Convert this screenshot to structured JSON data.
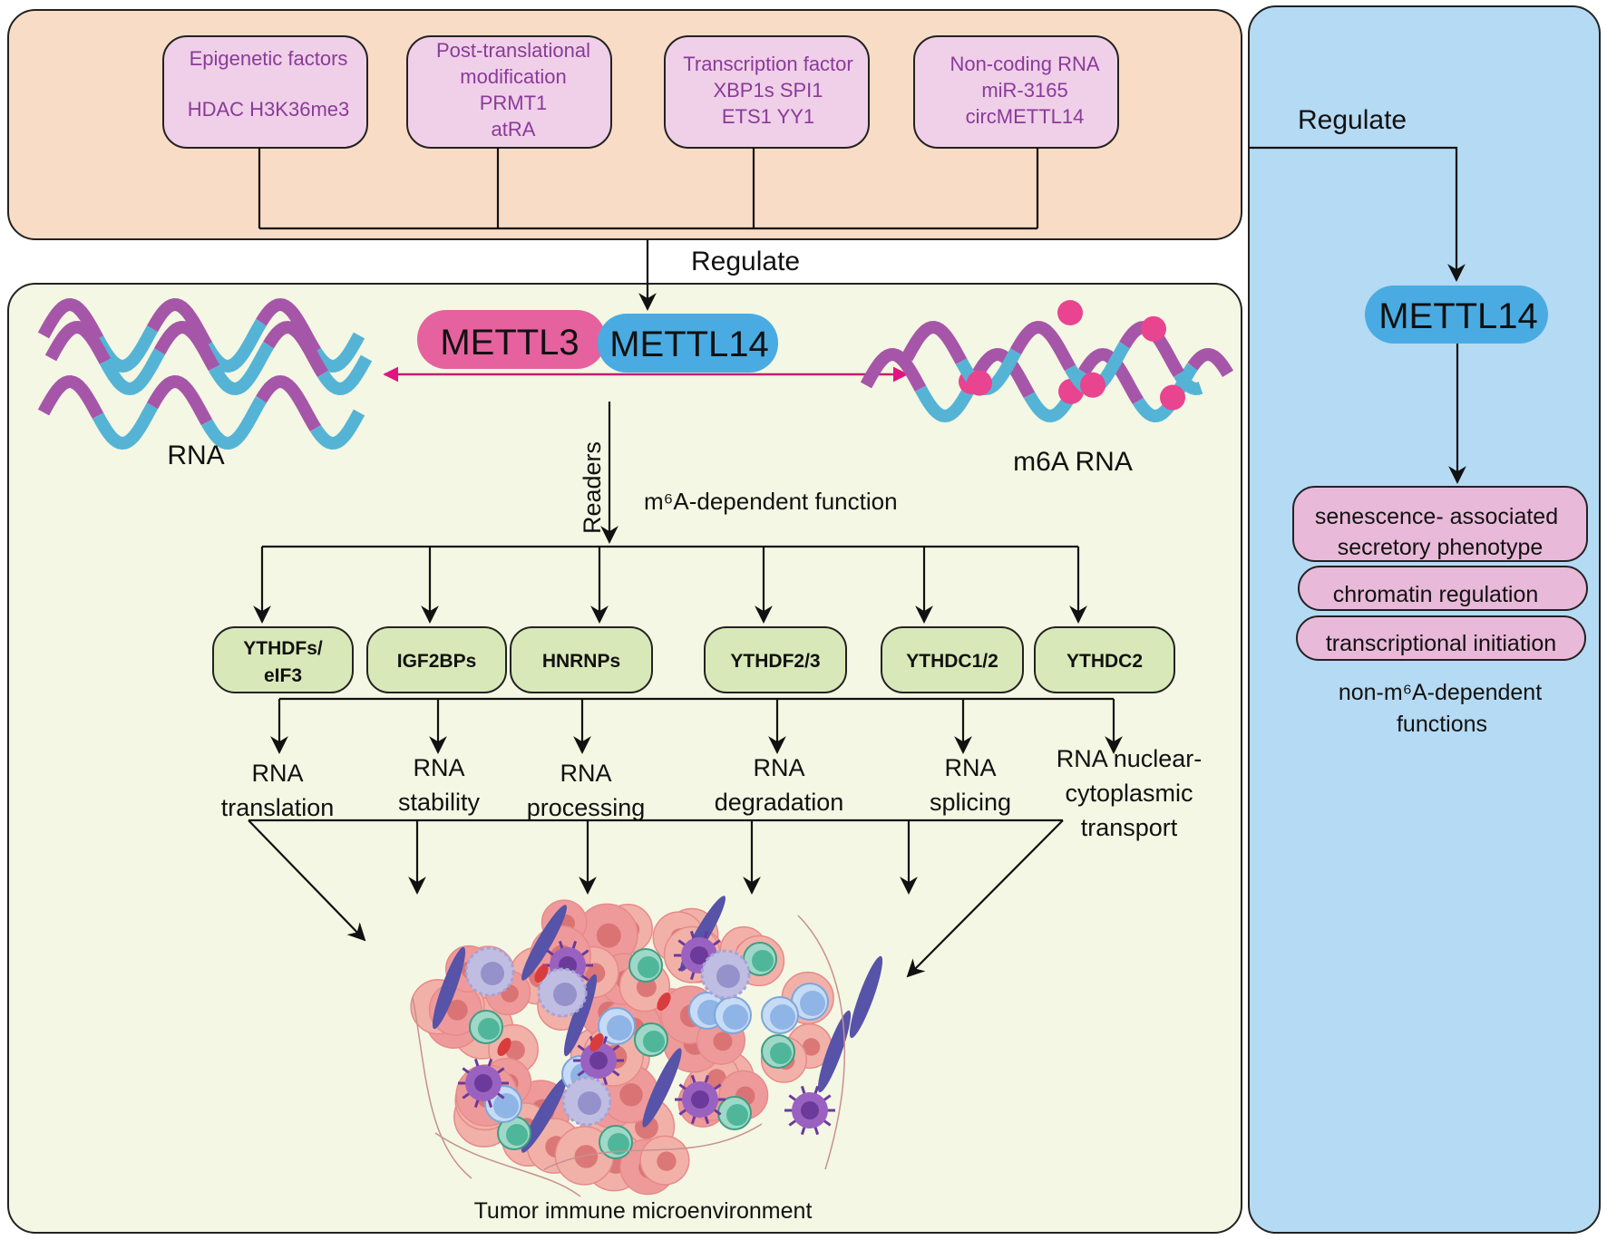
{
  "regulators": {
    "boxes": [
      {
        "title": "Epigenetic factors",
        "lines": [
          "",
          "HDAC H3K36me3"
        ]
      },
      {
        "title": "Post-translational",
        "lines": [
          "modification",
          "PRMT1",
          "atRA"
        ]
      },
      {
        "title": "Transcription factor",
        "lines": [
          "XBP1s SPI1",
          "ETS1 YY1"
        ]
      },
      {
        "title": "Non-coding RNA",
        "lines": [
          "miR-3165",
          "circMETTL14"
        ]
      }
    ],
    "regulate_label": "Regulate"
  },
  "complex": {
    "mettl3": "METTL3",
    "mettl14": "METTL14",
    "rna_label": "RNA",
    "m6a_rna_label": "m6A RNA",
    "readers_label": "Readers",
    "m6a_function_label": "m⁶A-dependent function"
  },
  "readers": [
    {
      "name": "YTHDFs/",
      "name2": "eIF3",
      "function": "RNA",
      "function2": "translation"
    },
    {
      "name": "IGF2BPs",
      "name2": "",
      "function": "RNA",
      "function2": "stability"
    },
    {
      "name": "HNRNPs",
      "name2": "",
      "function": "RNA",
      "function2": "processing"
    },
    {
      "name": "YTHDF2/3",
      "name2": "",
      "function": "RNA",
      "function2": "degradation"
    },
    {
      "name": "YTHDC1/2",
      "name2": "",
      "function": "RNA",
      "function2": "splicing"
    },
    {
      "name": "YTHDC2",
      "name2": "",
      "function": "RNA nuclear-",
      "function2": "cytoplasmic",
      "function3": "transport"
    }
  ],
  "tumor_label": "Tumor immune microenvironment",
  "side_panel": {
    "regulate_label": "Regulate",
    "mettl14": "METTL14",
    "functions": [
      "senescence- associated",
      "secretory phenotype",
      "chromatin regulation",
      "transcriptional initiation"
    ],
    "caption_line1": "non-m⁶A-dependent",
    "caption_line2": "functions"
  },
  "colors": {
    "top_panel": "#f9dcc6",
    "main_panel": "#f4f7e3",
    "side_panel": "#b5daf3",
    "regulator_box": "#efd0e8",
    "reader_box": "#d9e8b8",
    "mettl3": "#e5629e",
    "mettl14": "#4aabe2",
    "rna_blue": "#55b4d6",
    "rna_purple": "#a656a8",
    "m6a_dot": "#e8448f",
    "side_function_box": "#e9b9d9"
  }
}
